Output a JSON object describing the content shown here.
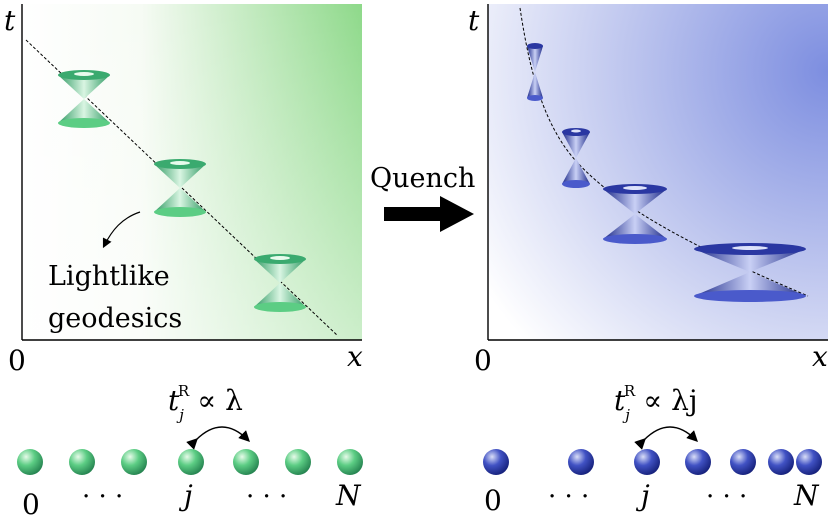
{
  "left_panel": {
    "t_axis": "t",
    "x_axis": "x",
    "origin": "0",
    "annotation_line1": "Lightlike",
    "annotation_line2": "geodesics",
    "gradient_color": "#8ed98a"
  },
  "right_panel": {
    "t_axis": "t",
    "x_axis": "x",
    "origin": "0",
    "gradient_color": "#7d8ee0"
  },
  "arrow": {
    "label": "Quench"
  },
  "left_chain": {
    "formula_t": "t",
    "formula_sub": "j",
    "formula_sup": "R",
    "formula_rel": "∝ λ",
    "labels": {
      "first": "0",
      "dots1": "· · ·",
      "middle": "j",
      "dots2": "· · ·",
      "last": "N"
    },
    "sphere_color": "#4fbf7a"
  },
  "right_chain": {
    "formula_t": "t",
    "formula_sub": "j",
    "formula_sup": "R",
    "formula_rel": "∝ λj",
    "labels": {
      "first": "0",
      "dots1": "· · ·",
      "middle": "j",
      "dots2": "· · ·",
      "last": "N"
    },
    "sphere_color": "#2f3fb0"
  }
}
